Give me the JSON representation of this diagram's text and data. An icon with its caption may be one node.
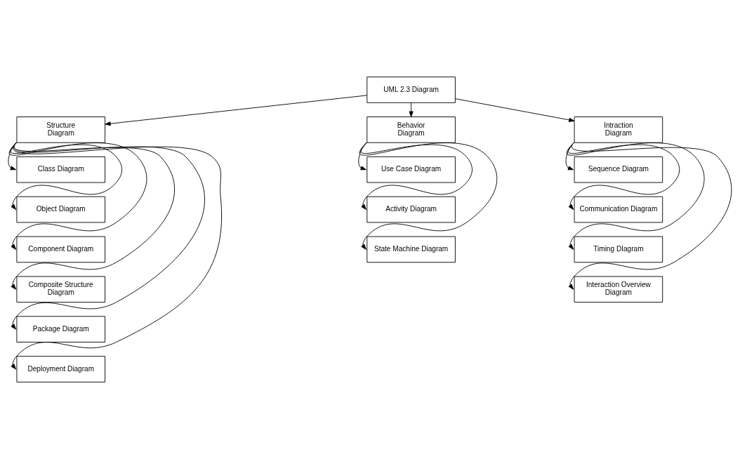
{
  "diagram": {
    "nodes": [
      {
        "text": [
          "UML 2.3 Diagram"
        ]
      },
      {
        "text": [
          "Structure Diagram"
        ]
      },
      {
        "text": [
          "Behavior Diagram"
        ]
      },
      {
        "text": [
          "Intraction Diagram"
        ]
      },
      {
        "text": [
          "Class Diagram"
        ]
      },
      {
        "text": [
          "Object Diagram"
        ]
      },
      {
        "text": [
          "Component Diagram"
        ]
      },
      {
        "text": [
          "Composite Structure Diagram"
        ]
      },
      {
        "text": [
          "Package Diagram"
        ]
      },
      {
        "text": [
          "Deployment Diagram"
        ]
      },
      {
        "text": [
          "Use Case Diagram"
        ]
      },
      {
        "text": [
          "Activity Diagram"
        ]
      },
      {
        "text": [
          "State Machine Diagram"
        ]
      },
      {
        "text": [
          "Sequence Diagram"
        ]
      },
      {
        "text": [
          "Communication Diagram"
        ]
      },
      {
        "text": [
          "Timing DIagram"
        ]
      },
      {
        "text": [
          "Interaction Overview Diagram"
        ]
      }
    ],
    "edges": [
      {
        "from": 0,
        "to": 1,
        "arrow": "to"
      },
      {
        "from": 0,
        "to": 2,
        "arrow": "to"
      },
      {
        "from": 0,
        "to": 3,
        "arrow": "to"
      },
      {
        "from": 1,
        "to": 4,
        "arrow": "to"
      },
      {
        "from": 1,
        "to": 5,
        "arrow": "to"
      },
      {
        "from": 1,
        "to": 6,
        "arrow": "to"
      },
      {
        "from": 1,
        "to": 7,
        "arrow": "to"
      },
      {
        "from": 1,
        "to": 8,
        "arrow": "to"
      },
      {
        "from": 1,
        "to": 9,
        "arrow": "to"
      },
      {
        "from": 2,
        "to": 10,
        "arrow": "to"
      },
      {
        "from": 2,
        "to": 11,
        "arrow": "to"
      },
      {
        "from": 2,
        "to": 12,
        "arrow": "to"
      },
      {
        "from": 3,
        "to": 13,
        "arrow": "to"
      },
      {
        "from": 3,
        "to": 14,
        "arrow": "to"
      },
      {
        "from": 3,
        "to": 15,
        "arrow": "to"
      },
      {
        "from": 3,
        "to": 16,
        "arrow": "to"
      }
    ]
  }
}
